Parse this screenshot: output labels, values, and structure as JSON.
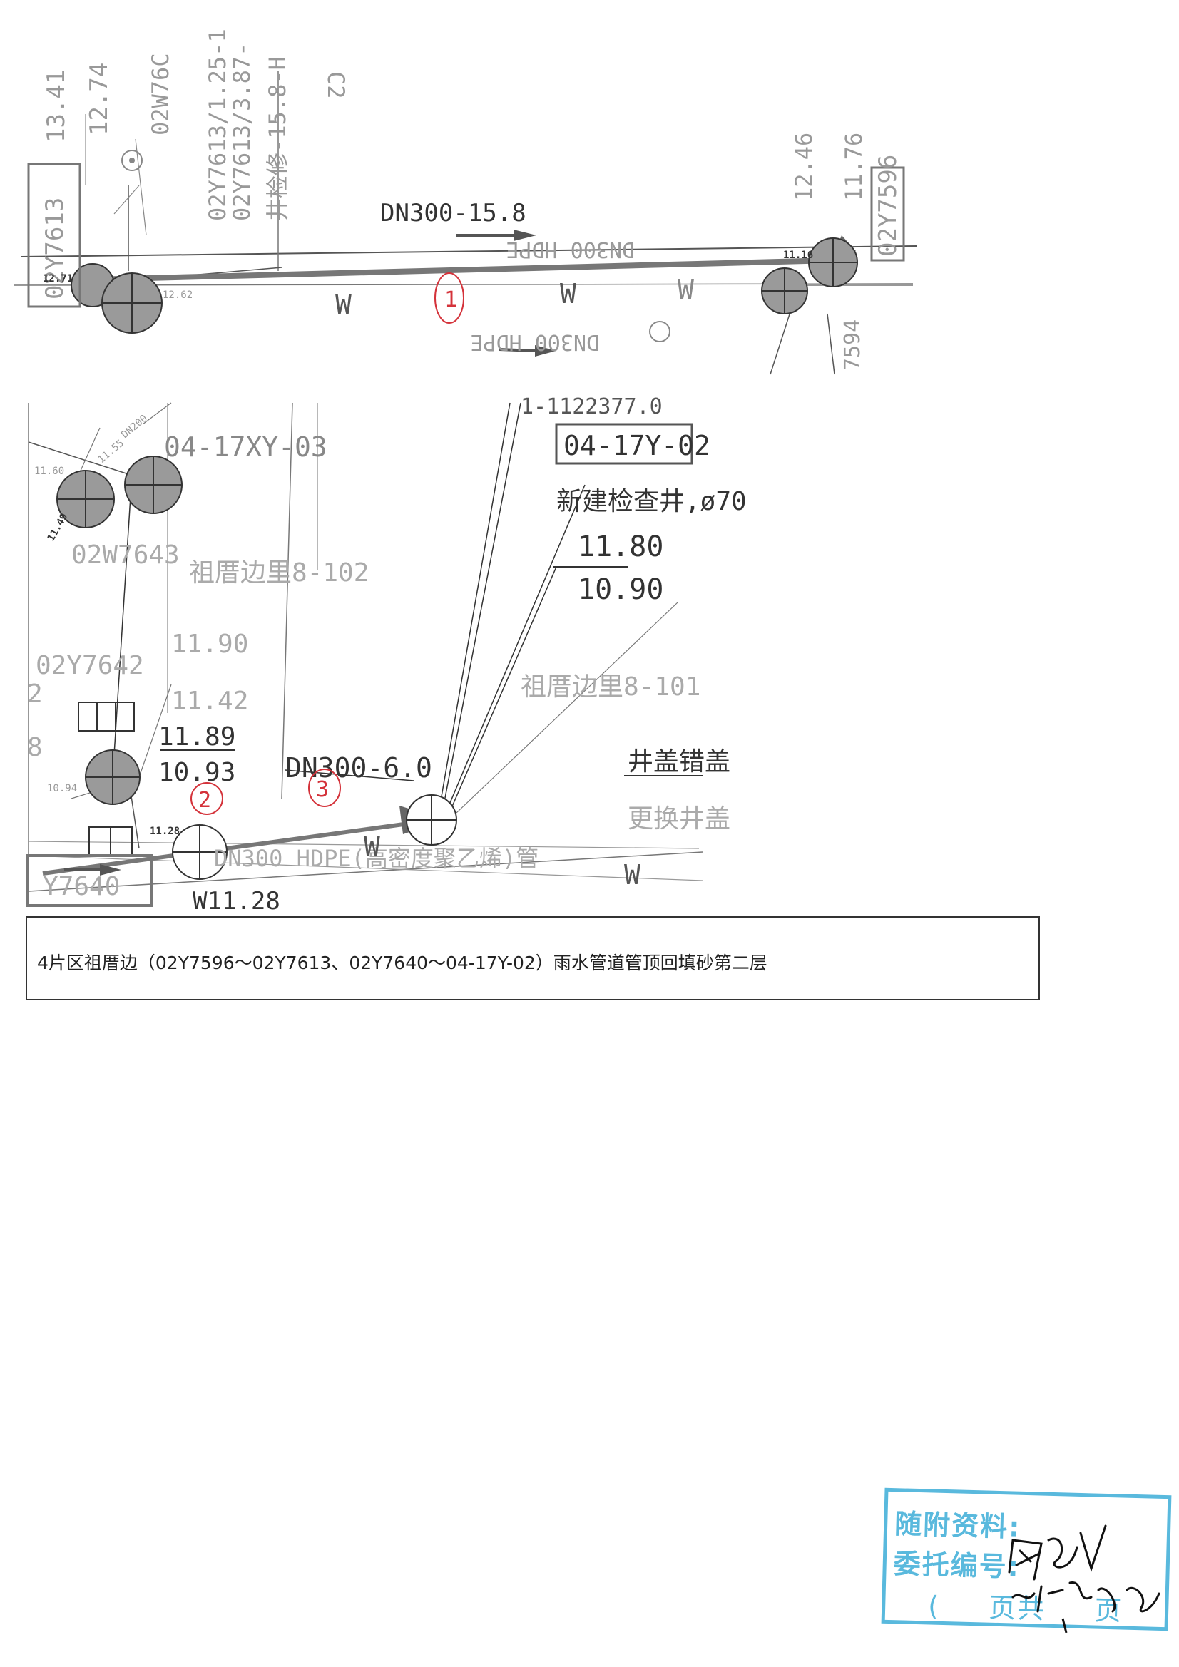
{
  "upper_plan": {
    "pipe_label": "DN300-15.8",
    "manholes": {
      "left": "02Y7613",
      "right": "02Y7596",
      "right_below": "7594",
      "sewer_left": "02W76C"
    },
    "vertical_labels": [
      "02Y7613/1.25-1",
      "02Y7613/3.87-",
      "井检修-15.8-H"
    ],
    "elevations": {
      "left_top": "13.41",
      "left_mid": "12.74",
      "right_top": "12.46",
      "right_mid": "11.76",
      "right_inv": "11.16",
      "left_inv": "12.71",
      "left_small": "12.62"
    },
    "sewer_pipe": "DN300 HDPE",
    "w_marks": [
      "W",
      "W",
      "W"
    ],
    "section_mark": "1",
    "corner_label": "C2"
  },
  "lower_plan": {
    "manholes": {
      "new_well": "04-17Y-02",
      "w_well": "04-17XY-03",
      "sewer": "02W7643",
      "y7642": "02Y7642",
      "y7640": "Y7640"
    },
    "top_cut": "1-1122377.0",
    "new_well_desc": "新建检查井,ø70",
    "elev_top": "11.80",
    "elev_bottom": "10.90",
    "plot_a": "祖厝边里8-102",
    "plot_b": "祖厝边里8-101",
    "elev_a": "11.90",
    "elev_b": "11.42",
    "elev_c": "11.89",
    "elev_d": "10.93",
    "elev_e": "11.28",
    "elev_f": "11.60",
    "elev_g": "11.49",
    "elev_h": "10.94",
    "elev_i": "11.55",
    "pipe_label": "DN300-6.0",
    "sewer_pipe_text": "DN300 HDPE(高密度聚乙烯)管",
    "cover_note_1": "井盖错盖",
    "cover_note_2": "更换井盖",
    "section_2": "2",
    "section_3": "3",
    "w_marks": [
      "W",
      "W"
    ],
    "dn_small": "DN200",
    "left_edge_a": "2",
    "left_edge_b": "8",
    "w128": "W11.28"
  },
  "caption": {
    "text": "4片区祖厝边（02Y7596～02Y7613、02Y7640～04-17Y-02）雨水管道管顶回填砂第二层"
  },
  "stamp": {
    "line1": "随附资料:",
    "line2": "委托编号:",
    "page_left": "(",
    "page_mid": "页共",
    "page_right": "页"
  },
  "colors": {
    "ink": "#333333",
    "grey_fill": "#9a9a9a",
    "faint": "#9c9c9c",
    "red": "#d4323a",
    "stamp_blue": "#59b9dd"
  }
}
